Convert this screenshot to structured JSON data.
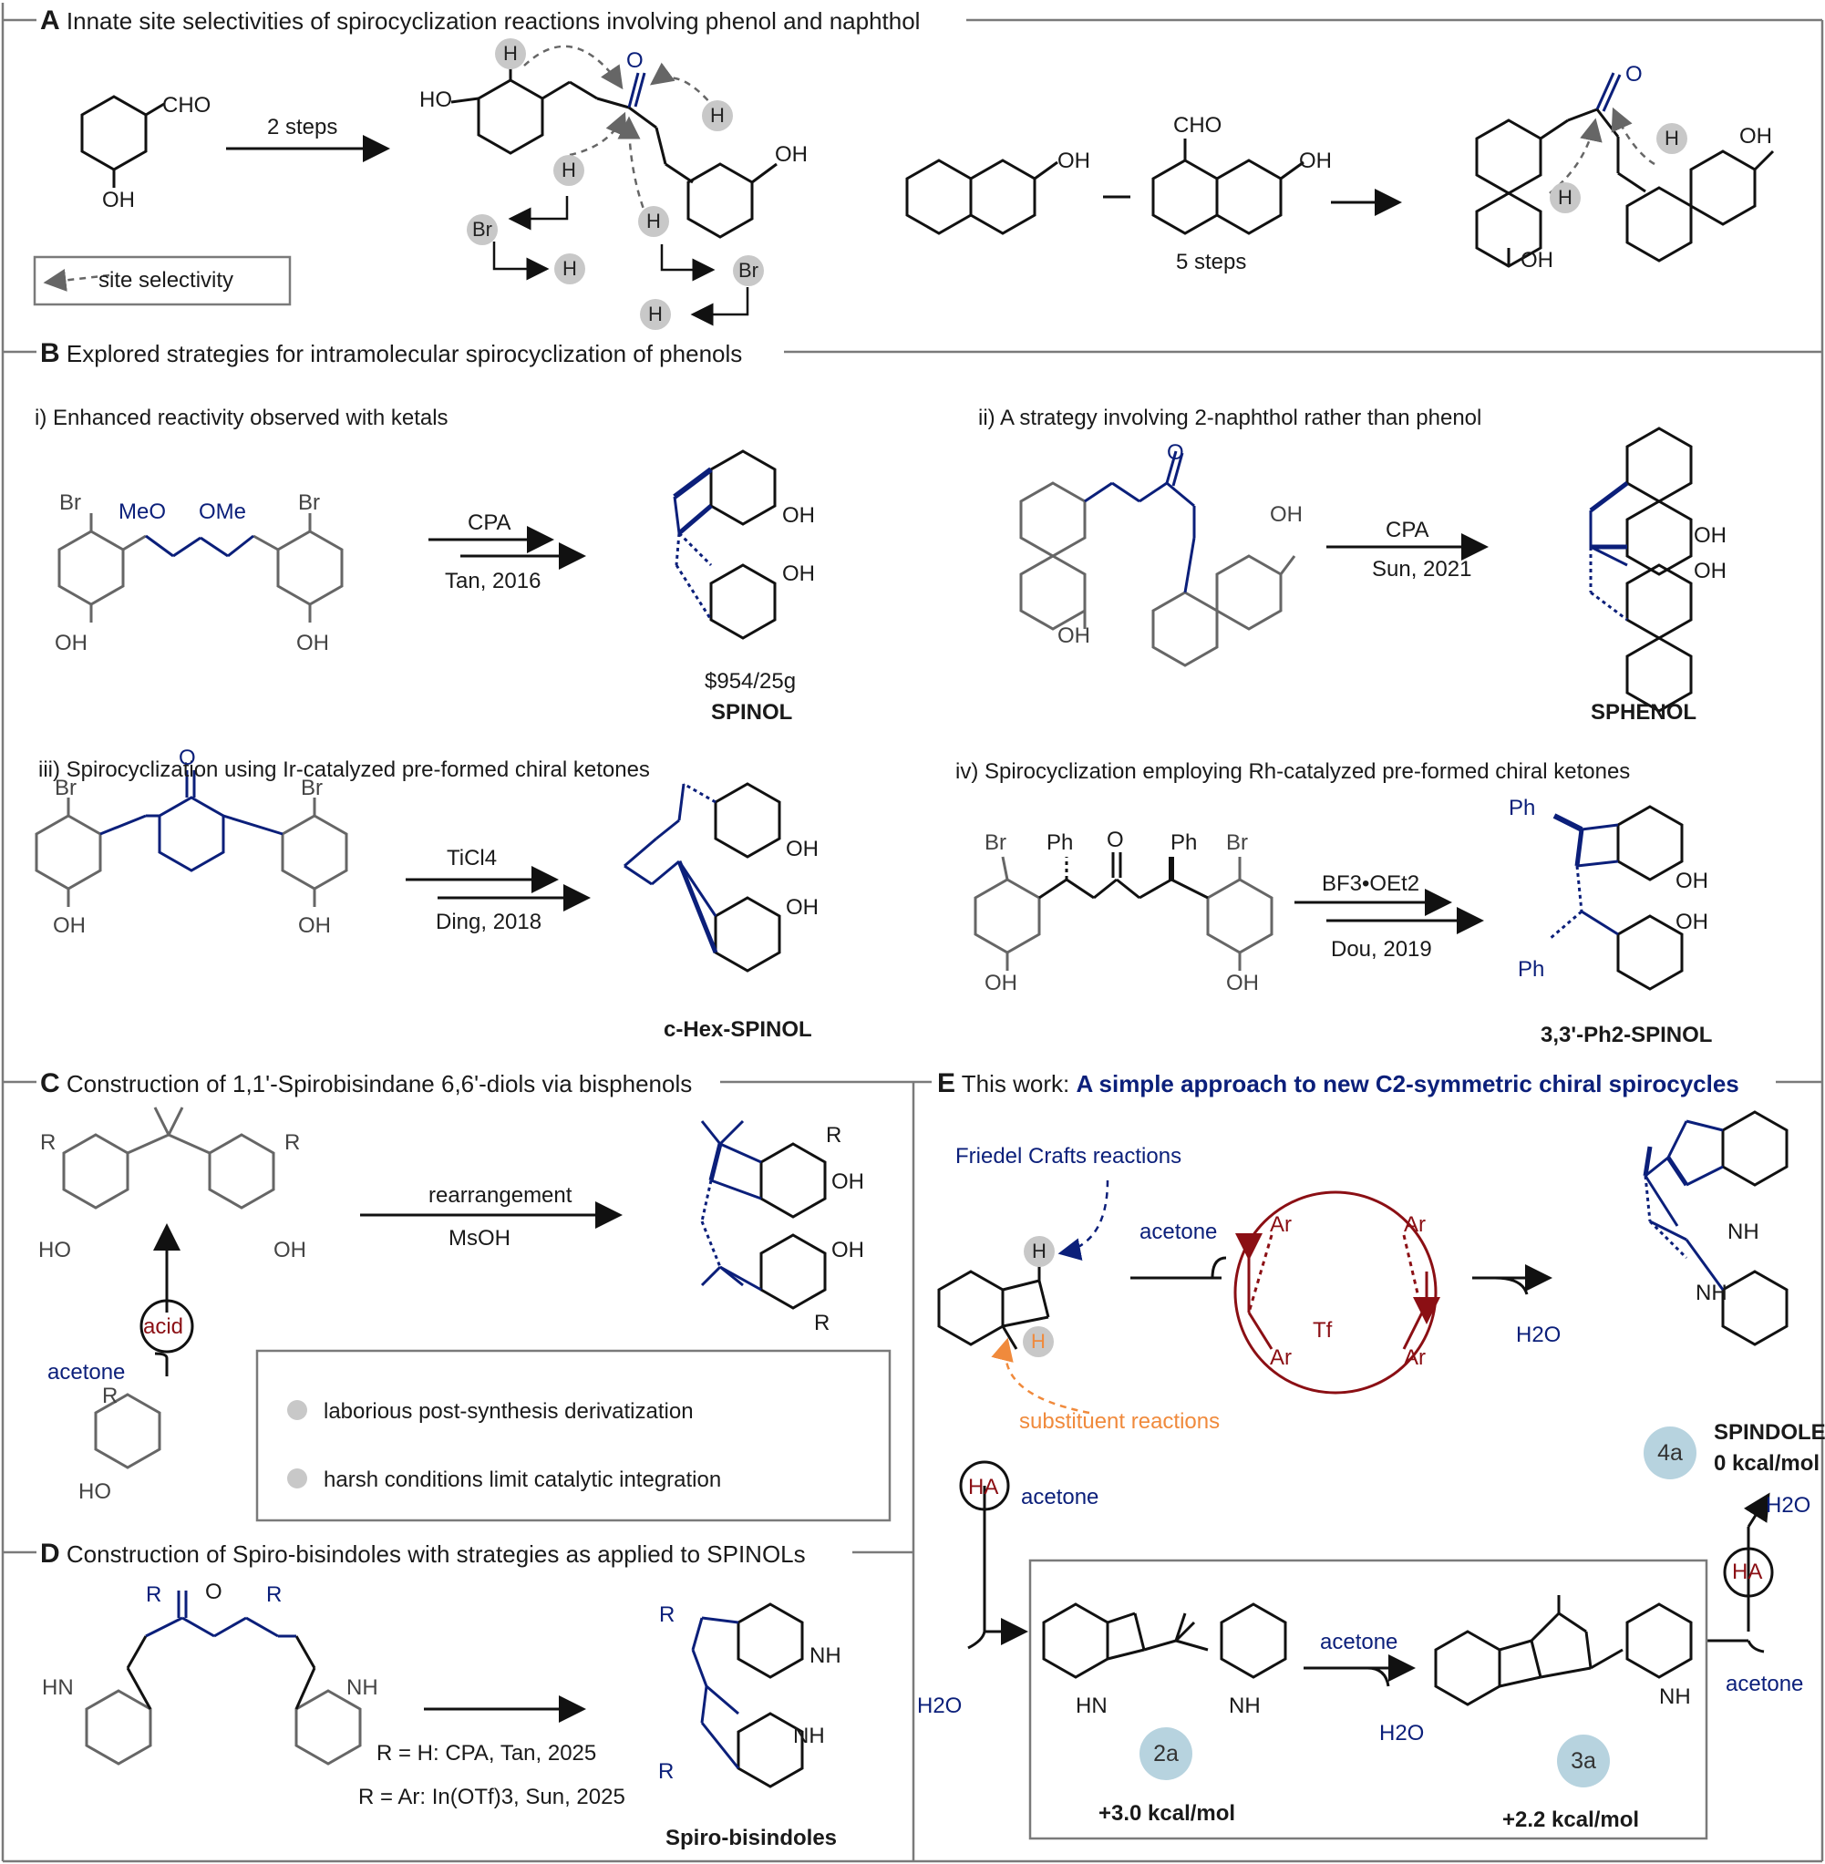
{
  "panelA": {
    "letter": "A",
    "title": "Innate site selectivities of spirocyclization reactions involving phenol and naphthol",
    "step1": "2 steps",
    "step2": "5 steps",
    "legend": "site selectivity",
    "cho": "CHO",
    "oh": "OH",
    "ho": "HO",
    "o": "O",
    "br": "Br",
    "h": "H"
  },
  "panelB": {
    "letter": "B",
    "title": "Explored strategies for intramolecular spirocyclization of phenols",
    "i": {
      "label": "i) Enhanced reactivity observed with ketals",
      "reagent": "CPA",
      "ref": "Tan, 2016",
      "price": "$954/25g",
      "product": "SPINOL",
      "meo": "MeO",
      "ome": "OMe"
    },
    "ii": {
      "label": "ii) A strategy involving 2-naphthol rather than phenol",
      "reagent": "CPA",
      "ref": "Sun, 2021",
      "product": "SPHENOL"
    },
    "iii": {
      "label": "iii) Spirocyclization using Ir-catalyzed pre-formed chiral ketones",
      "reagent": "TiCl4",
      "ref": "Ding, 2018",
      "product": "c-Hex-SPINOL"
    },
    "iv": {
      "label": "iv) Spirocyclization employing Rh-catalyzed  pre-formed chiral ketones",
      "reagent": "BF3•OEt2",
      "ref": "Dou, 2019",
      "product": "3,3'-Ph2-SPINOL",
      "ph": "Ph"
    }
  },
  "panelC": {
    "letter": "C",
    "title": "Construction of 1,1'-Spirobisindane 6,6'-diols via bisphenols",
    "reagent1": "rearrangement",
    "reagent2": "MsOH",
    "acid": "acid",
    "acetone": "acetone",
    "r": "R",
    "bullets": [
      "laborious post-synthesis derivatization",
      "harsh conditions limit catalytic integration"
    ]
  },
  "panelD": {
    "letter": "D",
    "title": "Construction of Spiro-bisindoles with strategies as applied to SPINOLs",
    "cond1": "R = H: CPA, Tan, 2025",
    "cond2": "R = Ar: In(OTf)3, Sun, 2025",
    "product": "Spiro-bisindoles",
    "hn": "HN",
    "nh": "NH"
  },
  "panelE": {
    "letter": "E",
    "title_prefix": "This work: ",
    "title": "A simple approach to new C2-symmetric chiral spirocycles",
    "fc": "Friedel Crafts reactions",
    "sub": "substituent reactions",
    "acetone": "acetone",
    "h2o": "H2O",
    "ha": "HA",
    "ar": "Ar",
    "tf": "Tf",
    "product": "SPINDOLE",
    "energy4a": "0 kcal/mol",
    "label4a": "4a",
    "label2a": "2a",
    "energy2a": "+3.0 kcal/mol",
    "label3a": "3a",
    "energy3a": "+2.2 kcal/mol"
  },
  "colors": {
    "frame": "#7a7a7a",
    "blue": "#0b1f7a",
    "red": "#8b0f14",
    "orange": "#f08a3c",
    "grey": "#444444",
    "badge": "#b7d3df"
  }
}
